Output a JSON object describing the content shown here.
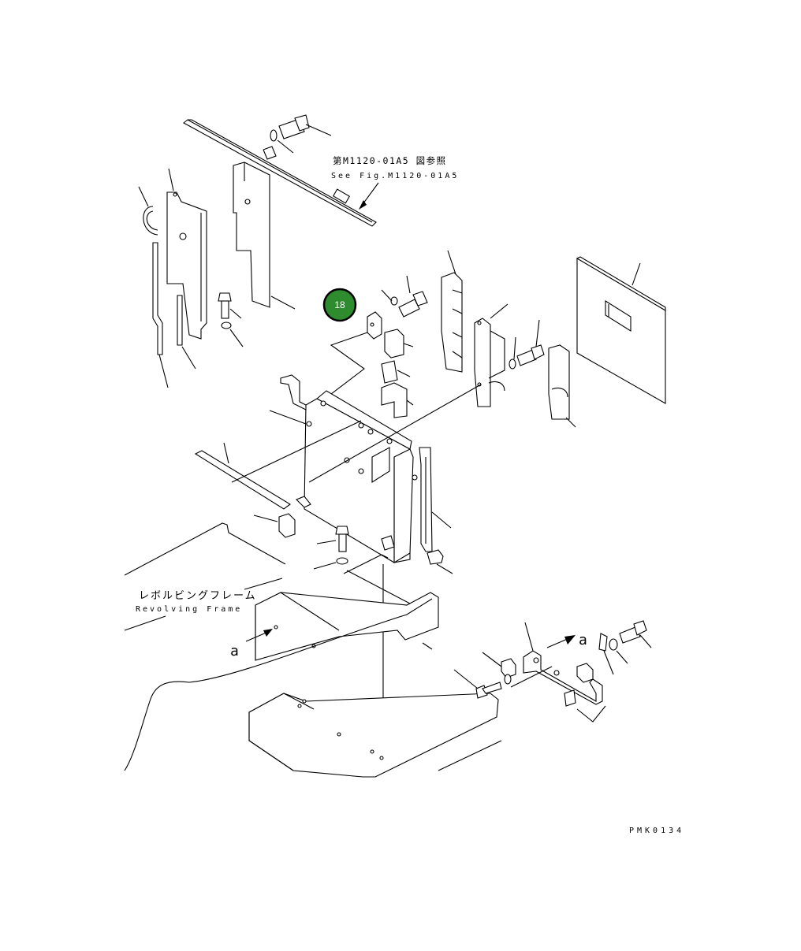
{
  "callout": {
    "label": "18",
    "color": "#2e8b2e"
  },
  "reference": {
    "jp": "第M1120-01A5 図参照",
    "en": "See Fig.M1120-01A5"
  },
  "frame": {
    "jp": "レボルビングフレーム",
    "en": "Revolving Frame"
  },
  "view_marks": {
    "left": "a",
    "right": "a"
  },
  "drawing_code": "PMK0134"
}
